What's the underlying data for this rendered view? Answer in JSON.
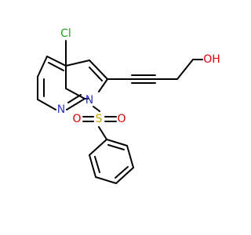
{
  "colors": {
    "bond": "#000000",
    "chlorine": "#1fa01f",
    "nitrogen": "#2f36c8",
    "sulfur": "#c9a600",
    "oxygen": "#e00000",
    "background": "#ffffff"
  },
  "atoms": {
    "chlorine": "Cl",
    "nitrogen_pyridine": "N",
    "nitrogen_pyrrole": "N",
    "sulfur": "S",
    "oxygen_sulfonyl_left": "O",
    "oxygen_sulfonyl_right": "O",
    "hydroxyl": "OH"
  }
}
